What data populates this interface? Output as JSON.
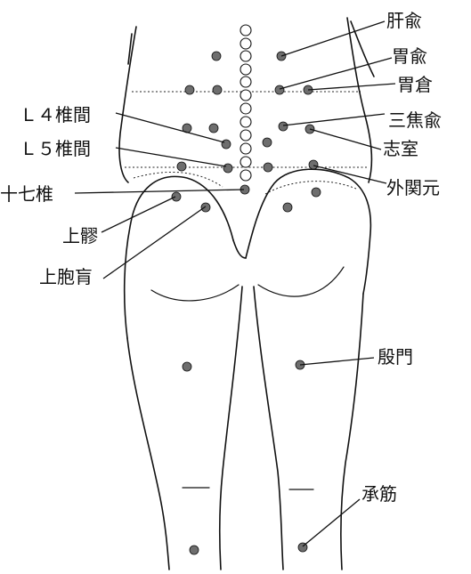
{
  "labels": {
    "kanyu": "肝兪",
    "iyu": "胃兪",
    "isou": "胃倉",
    "sanshouyu": "三焦兪",
    "shishitsu": "志室",
    "l4": "Ｌ４椎間",
    "l5": "Ｌ５椎間",
    "gaikangen": "外関元",
    "jushichitsui": "十七椎",
    "jouryou": "上髎",
    "jouhoukou": "上胞肓",
    "inmon": "殷門",
    "shoukin": "承筋"
  },
  "colors": {
    "point_fill": "#6e6e6e",
    "line": "#111111"
  }
}
